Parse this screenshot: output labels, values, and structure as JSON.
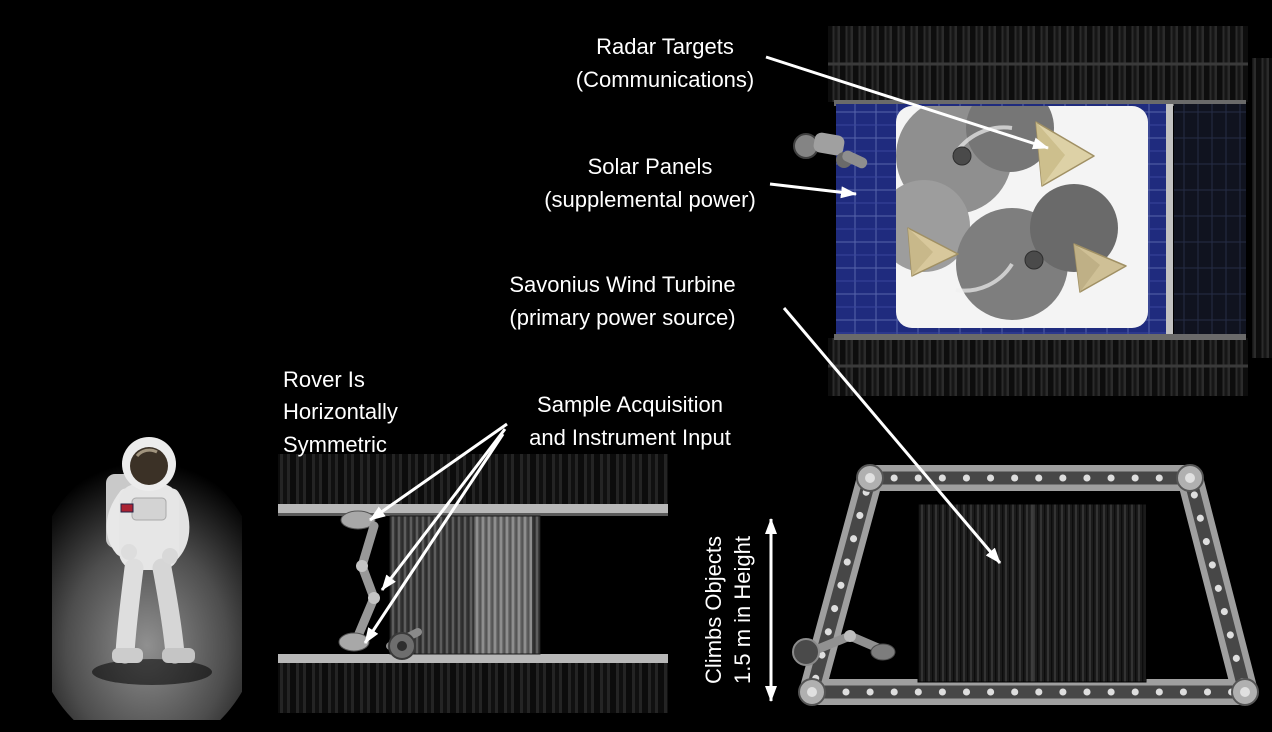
{
  "page": {
    "background": "#000000"
  },
  "annotations": {
    "radar_targets": "Radar Targets\n(Communications)",
    "solar_panels": "Solar Panels\n(supplemental power)",
    "wind_turbine": "Savonius Wind Turbine\n(primary power source)",
    "symmetry_note": "Rover Is\nHorizontally\nSymmetric",
    "sample_acquisition": "Sample Acquisition\nand Instrument Input",
    "climb_capability": "Climbs Objects\n1.5 m in Height"
  },
  "figures": {
    "astronaut_photo": "Apollo astronaut standing on lunar surface",
    "rover_top_view": "Rover top view with solar panels, Savonius wind turbine rotors and radar corner reflectors",
    "rover_side_view": "Rover side view with sample acquisition arm and instrument input",
    "rover_climb_view": "Rover side view with trapezoidal climbing tracks"
  },
  "colors": {
    "background": "#000000",
    "annotation_text": "#ffffff",
    "arrow": "#ffffff",
    "solar_panel": "#1f2b7e",
    "radar_target": "#ddd1a6",
    "turbine_gray": "#8f8f8f",
    "track_rail": "#b8b8b8"
  }
}
